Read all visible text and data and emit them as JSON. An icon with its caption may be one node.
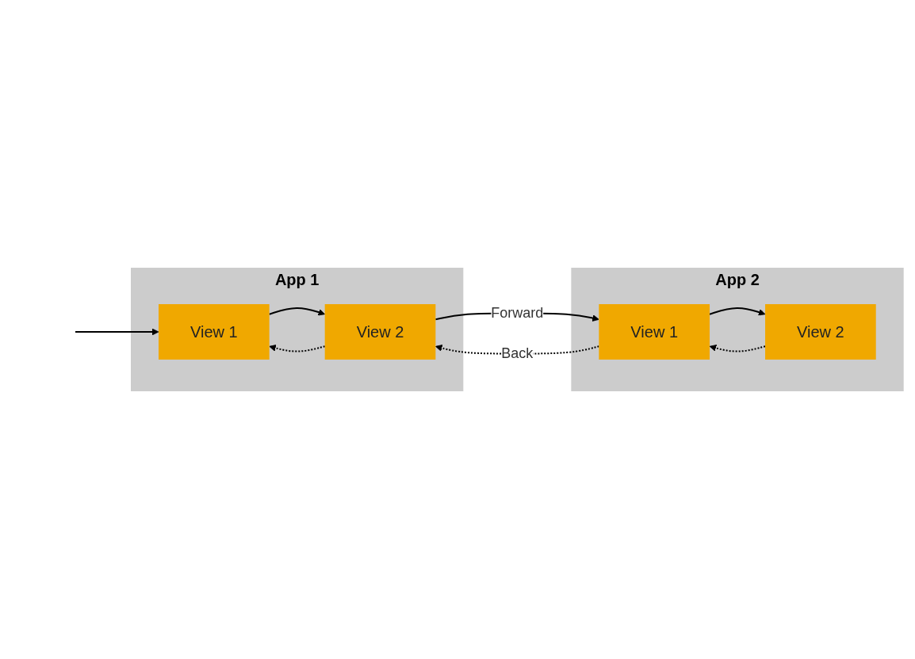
{
  "diagram": {
    "nodes": [
      {
        "text": [
          "App 1"
        ]
      },
      {
        "text": [
          "View 1"
        ],
        "in": 0
      },
      {
        "text": [
          "View 2"
        ],
        "in": 0
      },
      {
        "text": [
          "App 2"
        ]
      },
      {
        "text": [
          "View 1"
        ],
        "in": 3
      },
      {
        "text": [
          "View 2"
        ],
        "in": 3
      }
    ],
    "edges": [
      {
        "from": null,
        "to": 1,
        "arrow": "to"
      },
      {
        "from": 1,
        "to": 2,
        "arrow": "to"
      },
      {
        "from": 2,
        "to": 1,
        "arrow": "to",
        "style": "dashed"
      },
      {
        "from": 2,
        "to": 4,
        "arrow": "to",
        "label": "Forward"
      },
      {
        "from": 4,
        "to": 2,
        "arrow": "to",
        "label": "Back",
        "style": "dashed"
      },
      {
        "from": 4,
        "to": 5,
        "arrow": "to"
      },
      {
        "from": 5,
        "to": 4,
        "arrow": "to",
        "style": "dashed"
      }
    ]
  }
}
